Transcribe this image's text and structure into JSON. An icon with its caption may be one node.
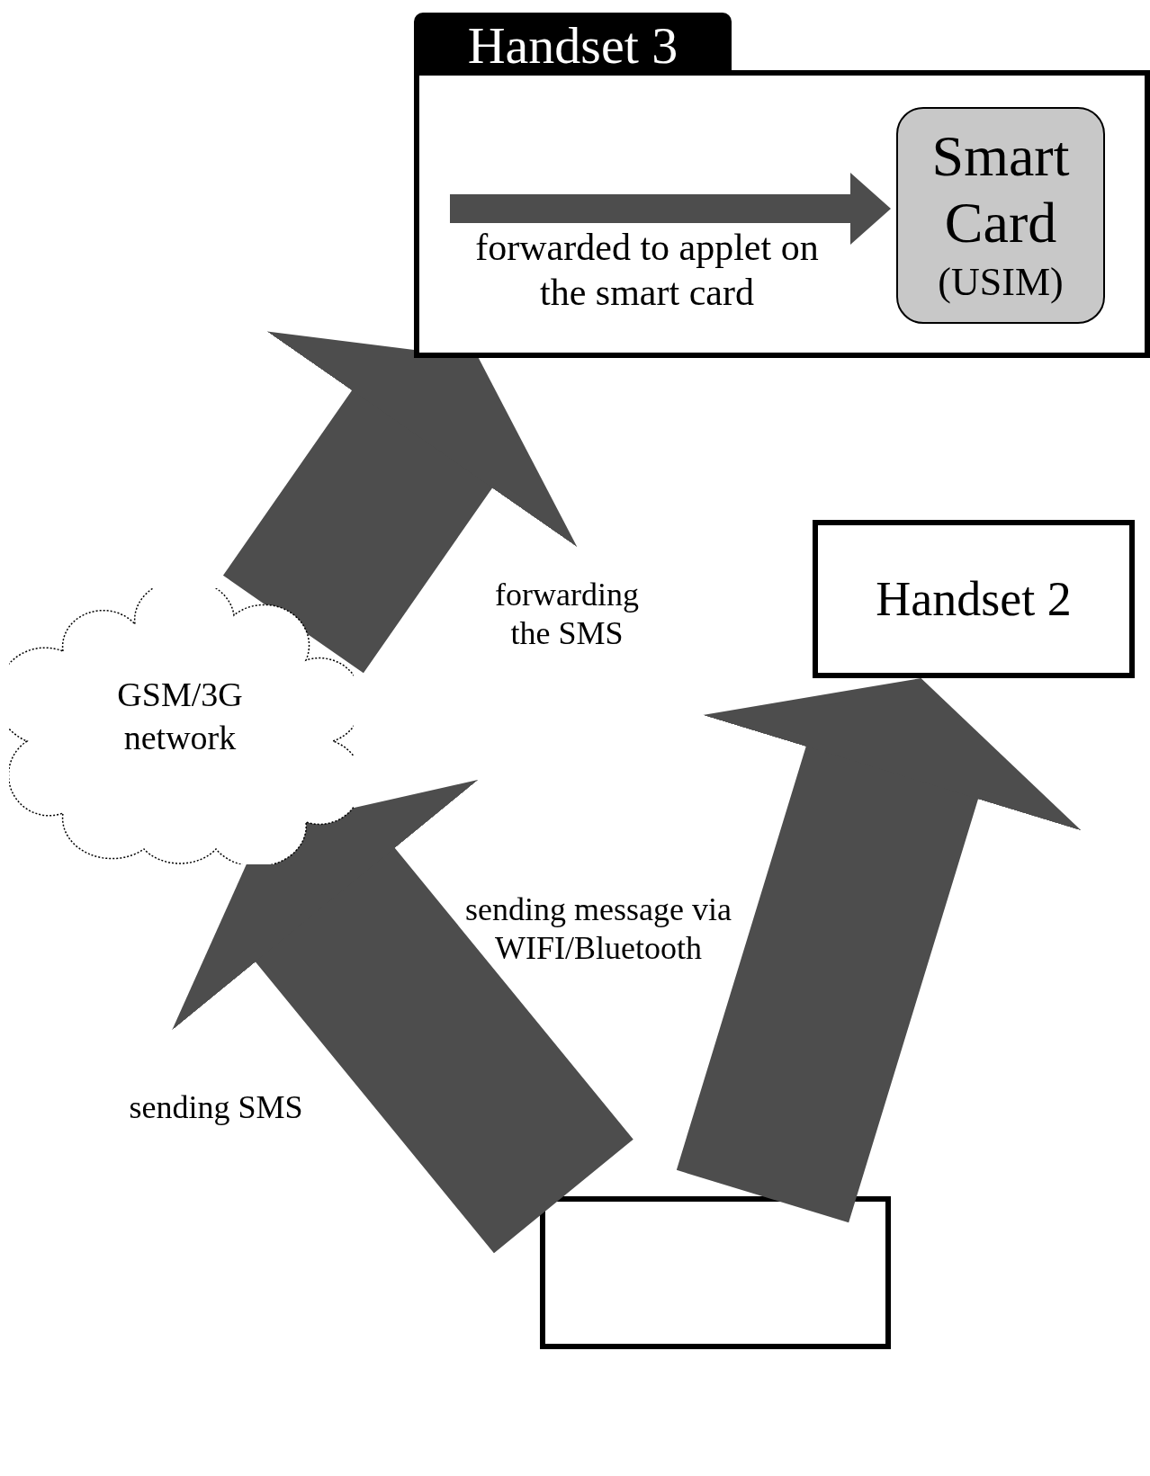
{
  "diagram": {
    "nodes": [
      {
        "text": [
          "Handset 3"
        ]
      },
      {
        "text": [
          "Smart Card",
          "(USIM)"
        ],
        "in": 0
      },
      {
        "text": [
          "Handset 2"
        ]
      },
      {
        "text": [
          "GSM/3G network"
        ]
      },
      {
        "text": [],
        "shape": "box"
      }
    ],
    "edges": [
      {
        "from": 4,
        "to": 3,
        "arrow": "to",
        "label": "sending SMS"
      },
      {
        "from": 4,
        "to": 2,
        "arrow": "to",
        "label": "sending message via WIFI/Bluetooth"
      },
      {
        "from": 3,
        "to": 0,
        "arrow": "to",
        "label": "forwarding the SMS"
      },
      {
        "from": null,
        "to": 1,
        "arrow": "to",
        "label": "forwarded to applet on the smart card"
      }
    ]
  }
}
